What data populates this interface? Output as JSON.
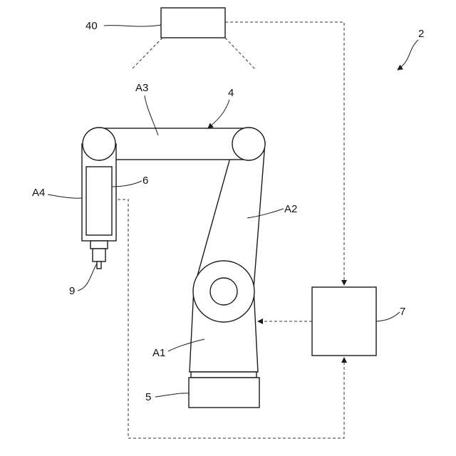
{
  "labels": {
    "sensor": "40",
    "system": "2",
    "arm_a3": "A3",
    "robot": "4",
    "arm_a4": "A4",
    "tool_holder": "6",
    "arm_a2": "A2",
    "tool": "9",
    "controller": "7",
    "arm_a1": "A1",
    "base": "5"
  }
}
